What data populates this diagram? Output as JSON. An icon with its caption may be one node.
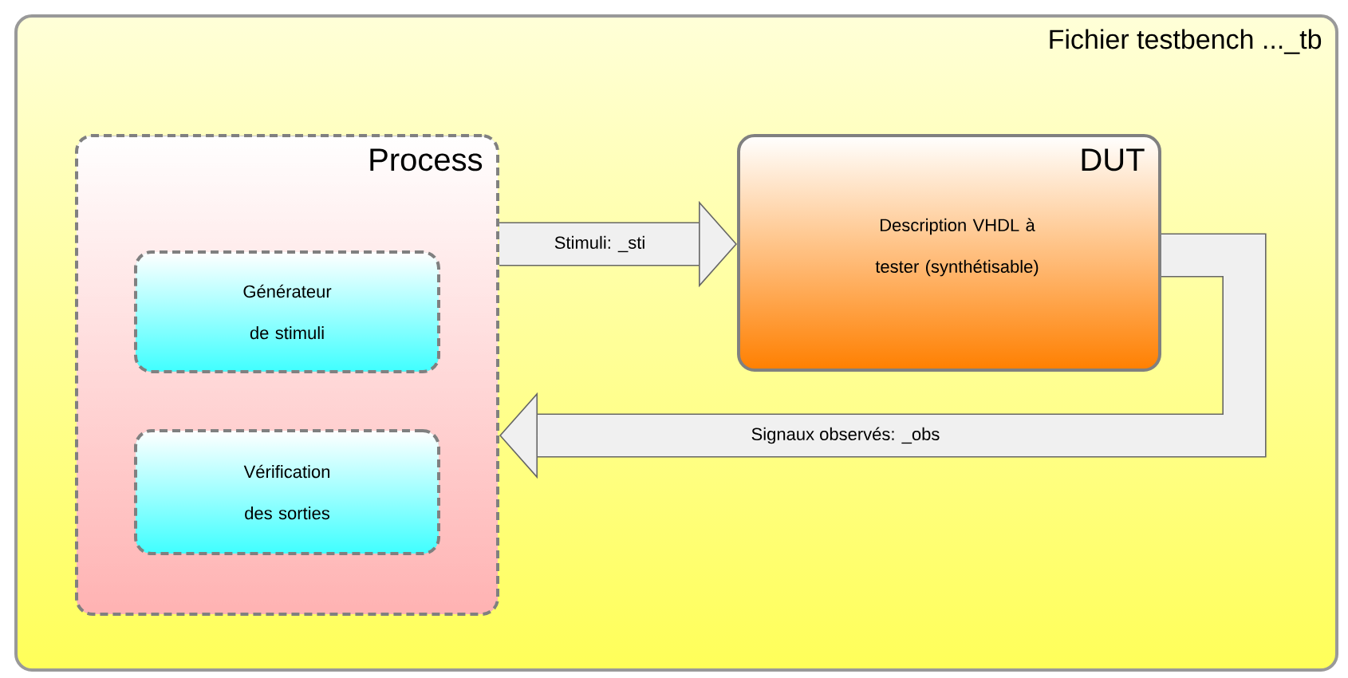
{
  "diagram": {
    "nodes": [
      {
        "text": [
          "Fichier testbench ..._tb"
        ]
      },
      {
        "text": [
          "Process"
        ],
        "in": 0
      },
      {
        "text": [
          "Générateur de stimuli"
        ],
        "in": 1
      },
      {
        "text": [
          "Vérification des sorties"
        ],
        "in": 1
      },
      {
        "text": [
          "DUT",
          "Description VHDL à tester (synthétisable)"
        ],
        "in": 0
      }
    ],
    "edges": [
      {
        "from": 1,
        "to": 4,
        "arrow": "to",
        "label": "Stimuli: _sti"
      },
      {
        "from": 4,
        "to": 1,
        "arrow": "to",
        "label": "Signaux observés: _obs"
      }
    ]
  }
}
